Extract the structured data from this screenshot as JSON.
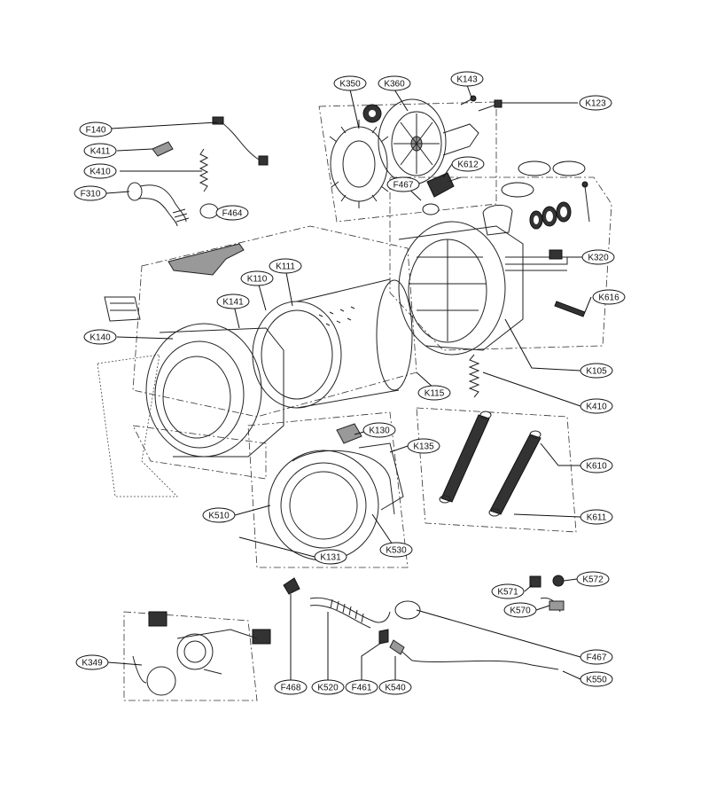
{
  "labels": [
    {
      "id": "K350",
      "text": "K350"
    },
    {
      "id": "K360",
      "text": "K360"
    },
    {
      "id": "K143",
      "text": "K143"
    },
    {
      "id": "K123",
      "text": "K123"
    },
    {
      "id": "F140",
      "text": "F140"
    },
    {
      "id": "K411",
      "text": "K411"
    },
    {
      "id": "K410-top",
      "text": "K410"
    },
    {
      "id": "F310",
      "text": "F310"
    },
    {
      "id": "F464",
      "text": "F464"
    },
    {
      "id": "F467-top",
      "text": "F467"
    },
    {
      "id": "K612",
      "text": "K612"
    },
    {
      "id": "K320",
      "text": "K320"
    },
    {
      "id": "K616",
      "text": "K616"
    },
    {
      "id": "K111",
      "text": "K111"
    },
    {
      "id": "K110",
      "text": "K110"
    },
    {
      "id": "K141",
      "text": "K141"
    },
    {
      "id": "K140",
      "text": "K140"
    },
    {
      "id": "K105",
      "text": "K105"
    },
    {
      "id": "K115",
      "text": "K115"
    },
    {
      "id": "K410-right",
      "text": "K410"
    },
    {
      "id": "K130",
      "text": "K130"
    },
    {
      "id": "K135",
      "text": "K135"
    },
    {
      "id": "K610",
      "text": "K610"
    },
    {
      "id": "K510",
      "text": "K510"
    },
    {
      "id": "K530",
      "text": "K530"
    },
    {
      "id": "K131",
      "text": "K131"
    },
    {
      "id": "K611",
      "text": "K611"
    },
    {
      "id": "K571",
      "text": "K571"
    },
    {
      "id": "K572",
      "text": "K572"
    },
    {
      "id": "K570",
      "text": "K570"
    },
    {
      "id": "K349",
      "text": "K349"
    },
    {
      "id": "F467-bottom",
      "text": "F467"
    },
    {
      "id": "K550",
      "text": "K550"
    },
    {
      "id": "F468",
      "text": "F468"
    },
    {
      "id": "K520",
      "text": "K520"
    },
    {
      "id": "F461",
      "text": "F461"
    },
    {
      "id": "K540",
      "text": "K540"
    }
  ],
  "blank_labels": 5
}
